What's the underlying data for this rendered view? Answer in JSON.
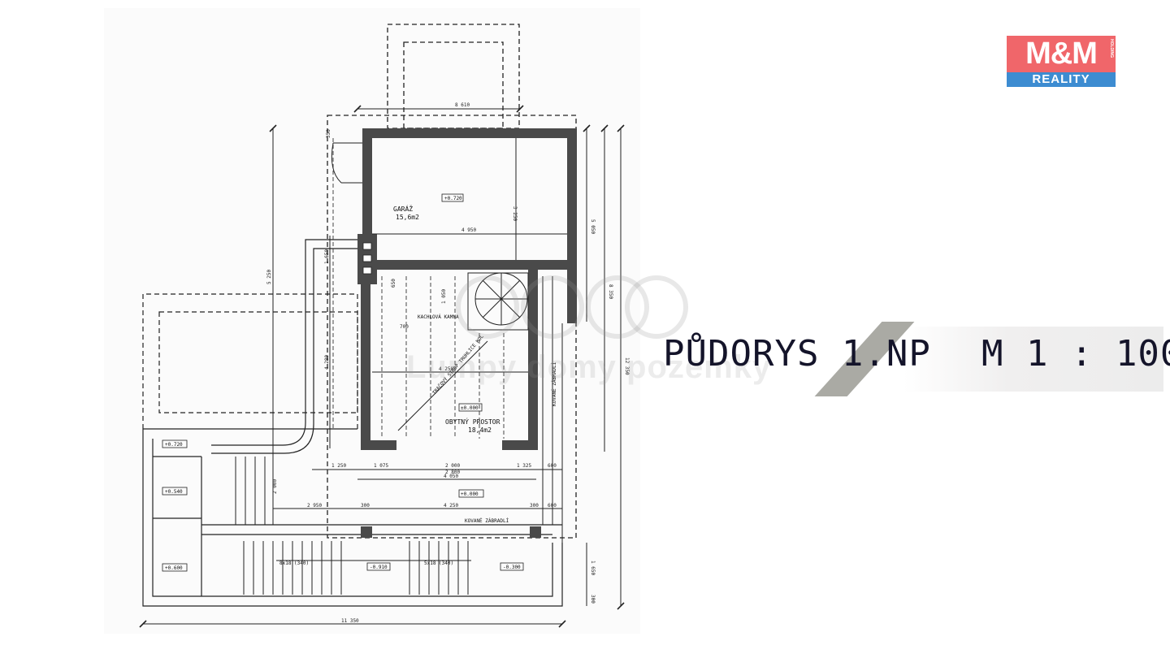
{
  "logo": {
    "top_text": "M&M",
    "holding_text": "HOLDING",
    "bottom_text": "REALITY",
    "colors": {
      "top": "#f0666a",
      "bottom": "#3d8cd1"
    }
  },
  "title": {
    "left": "PŮDORYS 1.NP",
    "right": "M 1 : 100"
  },
  "watermark": {
    "text": "Lumpy domy pozemky"
  },
  "rooms": {
    "garage_name": "GARÁŽ",
    "garage_area": "15,6m2",
    "garage_level": "+0.720",
    "living_name": "OBYTNÝ PROSTOR",
    "living_area": "18,4m2",
    "living_level": "±0.000",
    "fireplace": "KACHLOVÁ KAMNA",
    "railing_1": "KOVANÉ ZÁBRADLÍ",
    "railing_2": "KOVANÉ ZÁBRADLÍ",
    "diagonal_note": "TRAČOVÝ STROP TRUHLICE KOL",
    "level_left_top": "+0.720",
    "level_left_mid": "+0.540",
    "level_left_bottom": "+0.600",
    "level_terrace": "+0.000",
    "level_bottom_mid": "-0.910",
    "level_bottom_right": "-0.300",
    "stairs_1": "8x18 (340)",
    "stairs_2": "5x18 (340)"
  },
  "dimensions": {
    "top_total": "8 610",
    "garage_width": "4 950",
    "garage_height": "3 250",
    "living_width": "4 250",
    "right_1": "5 050",
    "right_2": "8 350",
    "right_3": "12 350",
    "left_long": "5 250",
    "left_mid": "4 280",
    "left_small": "1 650",
    "bottom_total": "11 350",
    "row1_a": "1 250",
    "row1_b": "1 075",
    "row1_c": "2 000",
    "row1_d": "1 325",
    "row1_e": "600",
    "row1_f": "2 800",
    "row2": "4 050",
    "row3_a": "2 950",
    "row3_b": "300",
    "row3_c": "4 250",
    "row3_d": "300",
    "row3_e": "600",
    "bottom_right_1": "1 650",
    "bottom_right_2": "300",
    "small_1": "350",
    "small_2": "650",
    "small_3": "2 000",
    "small_4": "1 050",
    "small_5": "700"
  }
}
